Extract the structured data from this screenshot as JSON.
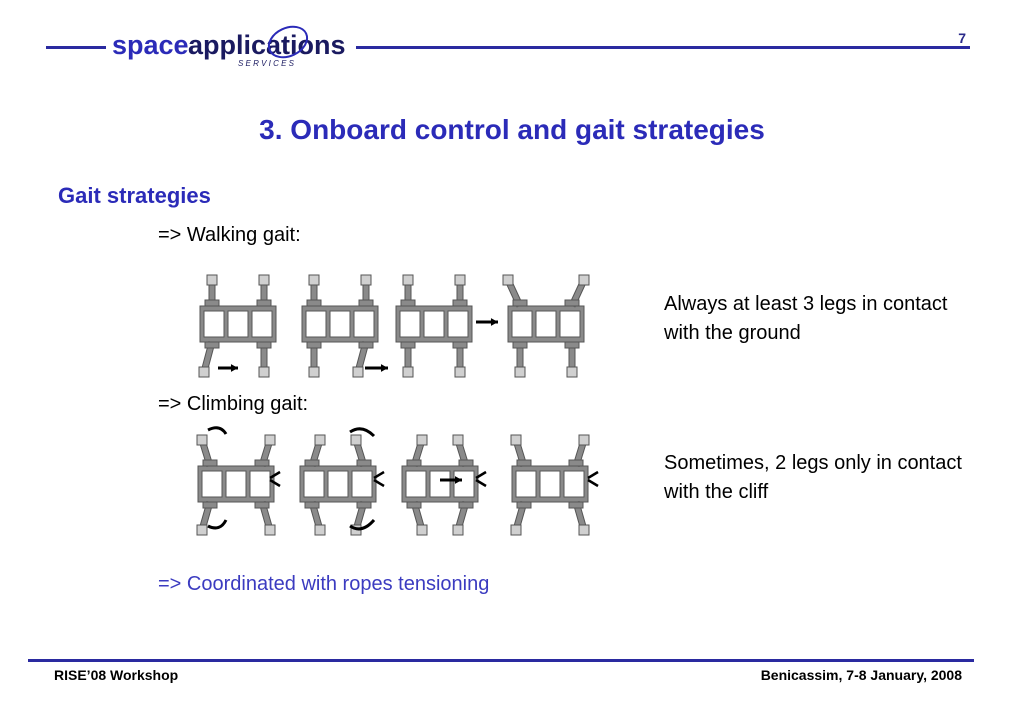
{
  "header": {
    "logo_text_main": "space",
    "logo_text_accent": "applications",
    "logo_tagline": "S E R V I C E S",
    "page_number": "7"
  },
  "slide": {
    "title": "3. Onboard control and gait strategies",
    "section_heading": "Gait strategies",
    "walking_label": "=> Walking gait:",
    "walking_note": "Always at least 3 legs in contact with the ground",
    "climbing_label": "=> Climbing gait:",
    "climbing_note": "Sometimes, 2 legs only in contact with the cliff",
    "coordinated_label": "=> Coordinated with ropes tensioning"
  },
  "footer": {
    "left": "RISE’08 Workshop",
    "right": "Benicassim, 7-8 January, 2008"
  },
  "colors": {
    "accent_blue": "#2b2bb8",
    "rule_blue": "#2a2aa0",
    "robot_gray": "#8a8a8a",
    "foot_gray": "#d0d0d0"
  }
}
